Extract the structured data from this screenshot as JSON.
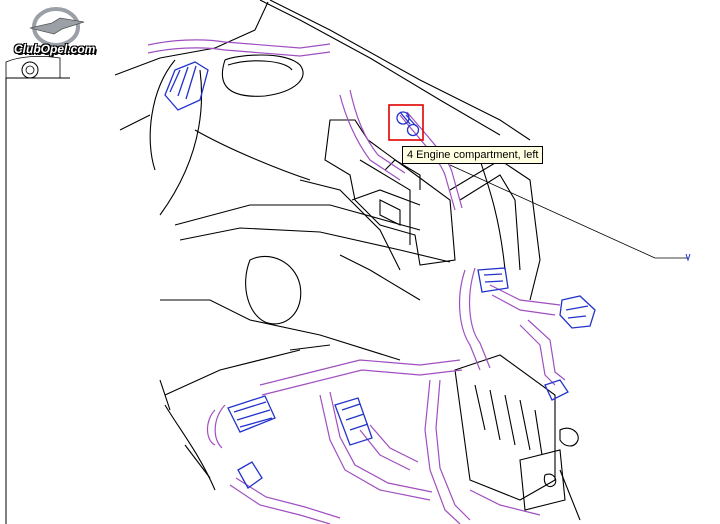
{
  "logo": {
    "text": "ClubOpel.com",
    "icon": "opel-lightning-logo"
  },
  "callout": {
    "label": "4 Engine compartment, left",
    "highlight_color": "#e00000"
  },
  "colors": {
    "line": "#000000",
    "harness": "#a04fc0",
    "connector": "#2233cc",
    "tooltip_bg": "#ffffe1"
  }
}
